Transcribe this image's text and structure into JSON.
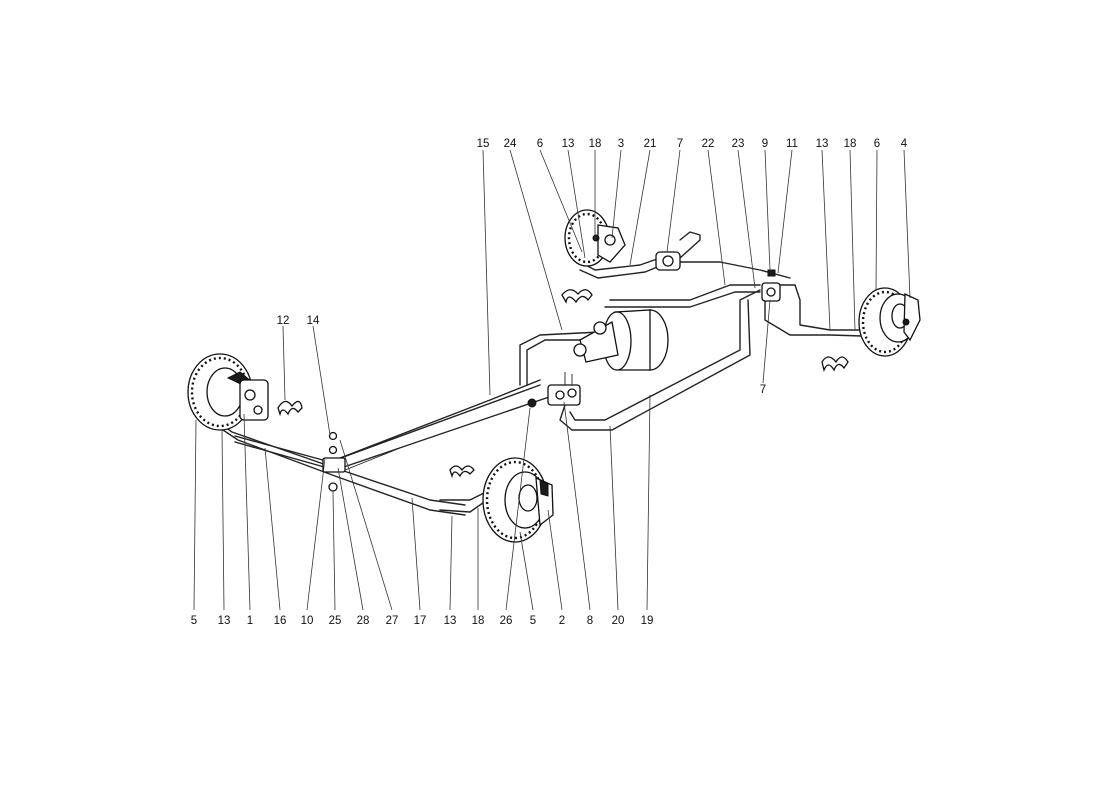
{
  "callouts_top": [
    "15",
    "24",
    "6",
    "13",
    "18",
    "3",
    "21",
    "7",
    "22",
    "23",
    "9",
    "11",
    "13",
    "18",
    "6",
    "4"
  ],
  "callouts_bottom": [
    "5",
    "13",
    "1",
    "16",
    "10",
    "25",
    "28",
    "27",
    "17",
    "13",
    "18",
    "26",
    "5",
    "2",
    "8",
    "20",
    "19"
  ],
  "callouts_side": [
    "12",
    "14",
    "7"
  ]
}
